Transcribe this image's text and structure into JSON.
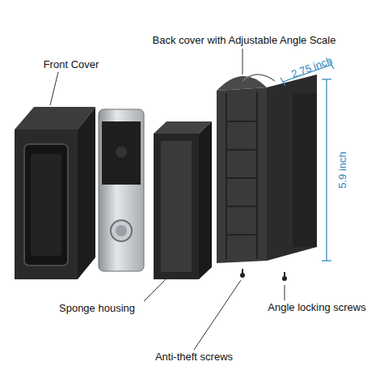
{
  "diagram": {
    "labels": [
      "Back cover with Adjustable Angle Scale",
      "Front Cover",
      "2.75 inch",
      "5.9 inch",
      "Sponge housing",
      "Angle locking screws",
      "Anti-theft screws"
    ]
  }
}
